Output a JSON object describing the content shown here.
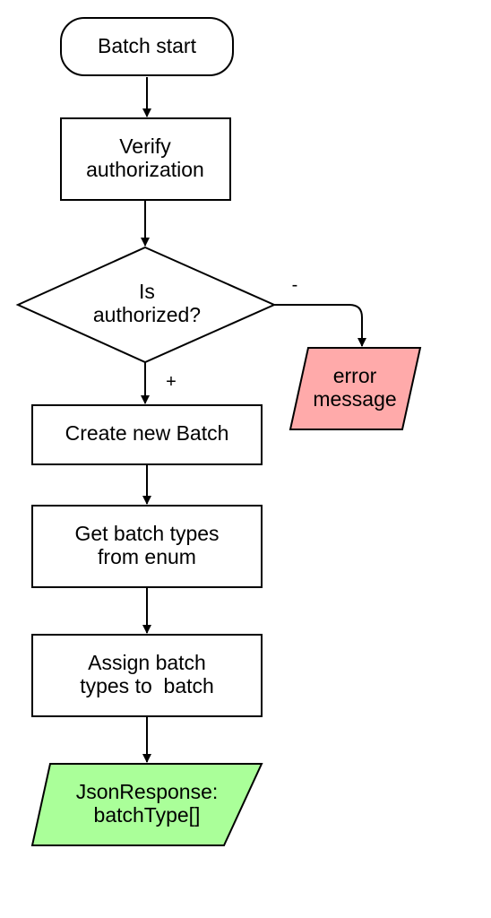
{
  "nodes": {
    "start": {
      "lines": [
        "Batch start"
      ]
    },
    "verify": {
      "lines": [
        "Verify",
        "authorization"
      ]
    },
    "decision": {
      "lines": [
        "Is",
        "authorized?"
      ]
    },
    "error": {
      "lines": [
        "error",
        "message"
      ]
    },
    "create": {
      "lines": [
        "Create new Batch"
      ]
    },
    "get_types": {
      "lines": [
        "Get batch types",
        "from enum"
      ]
    },
    "assign": {
      "lines": [
        "Assign batch",
        "types to  batch"
      ]
    },
    "response": {
      "lines": [
        "JsonResponse:",
        "batchType[]"
      ]
    }
  },
  "edge_labels": {
    "no": "-",
    "yes": "+"
  },
  "colors": {
    "error_fill": "#ffaaaa",
    "response_fill": "#aaff99",
    "default_fill": "#ffffff",
    "stroke": "#000000"
  }
}
